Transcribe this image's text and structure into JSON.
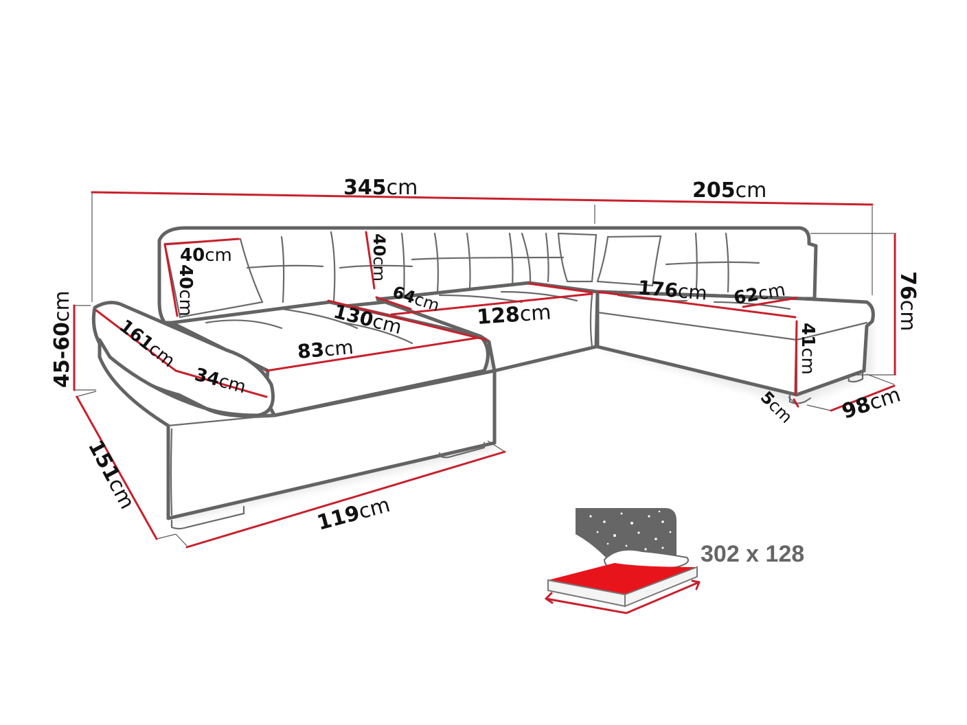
{
  "diagram": {
    "subject": "U-shaped corner sofa dimension drawing",
    "colors": {
      "outline": "#636363",
      "dimension_line": "#c8202c",
      "label_text": "#111111",
      "bed_surface": "#e8141c",
      "night_sky": "#666666",
      "bed_label": "#666666"
    },
    "unit": "cm",
    "dimensions": {
      "total_width": {
        "value": "345",
        "unit": "cm"
      },
      "right_section_width": {
        "value": "205",
        "unit": "cm"
      },
      "left_height": {
        "value": "45-60",
        "unit": "cm"
      },
      "back_height": {
        "value": "76",
        "unit": "cm"
      },
      "left_depth": {
        "value": "151",
        "unit": "cm"
      },
      "left_front_width": {
        "value": "119",
        "unit": "cm"
      },
      "right_depth": {
        "value": "98",
        "unit": "cm"
      },
      "leg_height": {
        "value": "5",
        "unit": "cm"
      },
      "seat_height": {
        "value": "41",
        "unit": "cm"
      },
      "pillow_width": {
        "value": "40",
        "unit": "cm"
      },
      "pillow_height": {
        "value": "40",
        "unit": "cm"
      },
      "backrest_height": {
        "value": "40",
        "unit": "cm"
      },
      "armrest_length": {
        "value": "161",
        "unit": "cm"
      },
      "armrest_width": {
        "value": "34",
        "unit": "cm"
      },
      "chaise_length": {
        "value": "130",
        "unit": "cm"
      },
      "chaise_width": {
        "value": "83",
        "unit": "cm"
      },
      "middle_seat_depth": {
        "value": "64",
        "unit": "cm"
      },
      "middle_seat_width": {
        "value": "128",
        "unit": "cm"
      },
      "right_seat_length": {
        "value": "176",
        "unit": "cm"
      },
      "right_seat_depth": {
        "value": "62",
        "unit": "cm"
      }
    },
    "sleeping_area": {
      "icon": "bed-with-night-sky-icon",
      "label": "302 x 128"
    }
  }
}
